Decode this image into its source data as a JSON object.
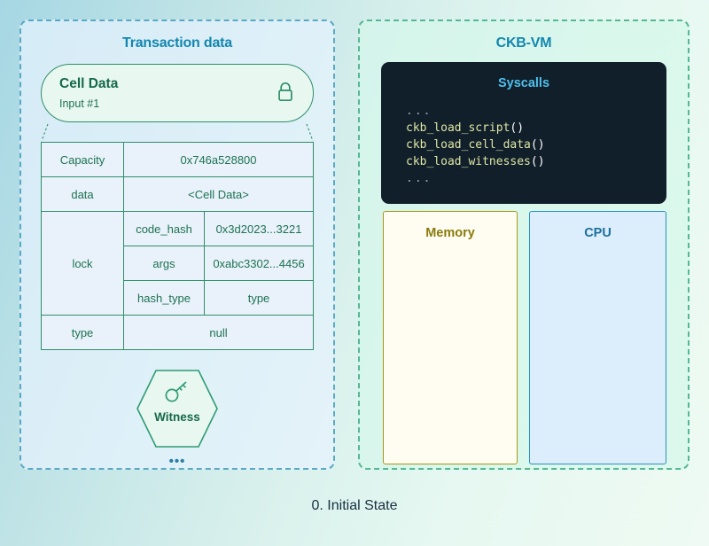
{
  "caption": "0. Initial State",
  "transaction_panel": {
    "title": "Transaction data",
    "cell": {
      "title": "Cell Data",
      "subtitle": "Input #1",
      "lock_icon": "lock-icon"
    },
    "table": {
      "rows": [
        {
          "key": "Capacity",
          "value": "0x746a528800"
        },
        {
          "key": "data",
          "value": "<Cell Data>"
        },
        {
          "key": "lock",
          "sub_rows": [
            {
              "key": "code_hash",
              "value": "0x3d2023...3221"
            },
            {
              "key": "args",
              "value": "0xabc3302...4456"
            },
            {
              "key": "hash_type",
              "value": "type"
            }
          ]
        },
        {
          "key": "type",
          "value": "null"
        }
      ]
    },
    "witness": {
      "label": "Witness",
      "icon": "key-icon"
    },
    "ellipsis": "•••"
  },
  "vm_panel": {
    "title": "CKB-VM",
    "syscalls": {
      "title": "Syscalls",
      "lines": [
        {
          "text": "...",
          "type": "dots"
        },
        {
          "text": "ckb_load_script",
          "type": "call"
        },
        {
          "text": "ckb_load_cell_data",
          "type": "call"
        },
        {
          "text": "ckb_load_witnesses",
          "type": "call"
        },
        {
          "text": "...",
          "type": "dots"
        }
      ],
      "call_suffix": "()"
    },
    "memory": {
      "title": "Memory"
    },
    "cpu": {
      "title": "CPU"
    }
  },
  "colors": {
    "tx_border": "#5aa9c4",
    "vm_border": "#55b894",
    "panel_title": "#1287b0",
    "green_line": "#2e8f68",
    "syscall_bg": "#111f2b",
    "syscall_title": "#4ec0ec",
    "syscall_code": "#dfe6a3",
    "memory_border": "#a89612",
    "cpu_border": "#2a8fc0"
  }
}
